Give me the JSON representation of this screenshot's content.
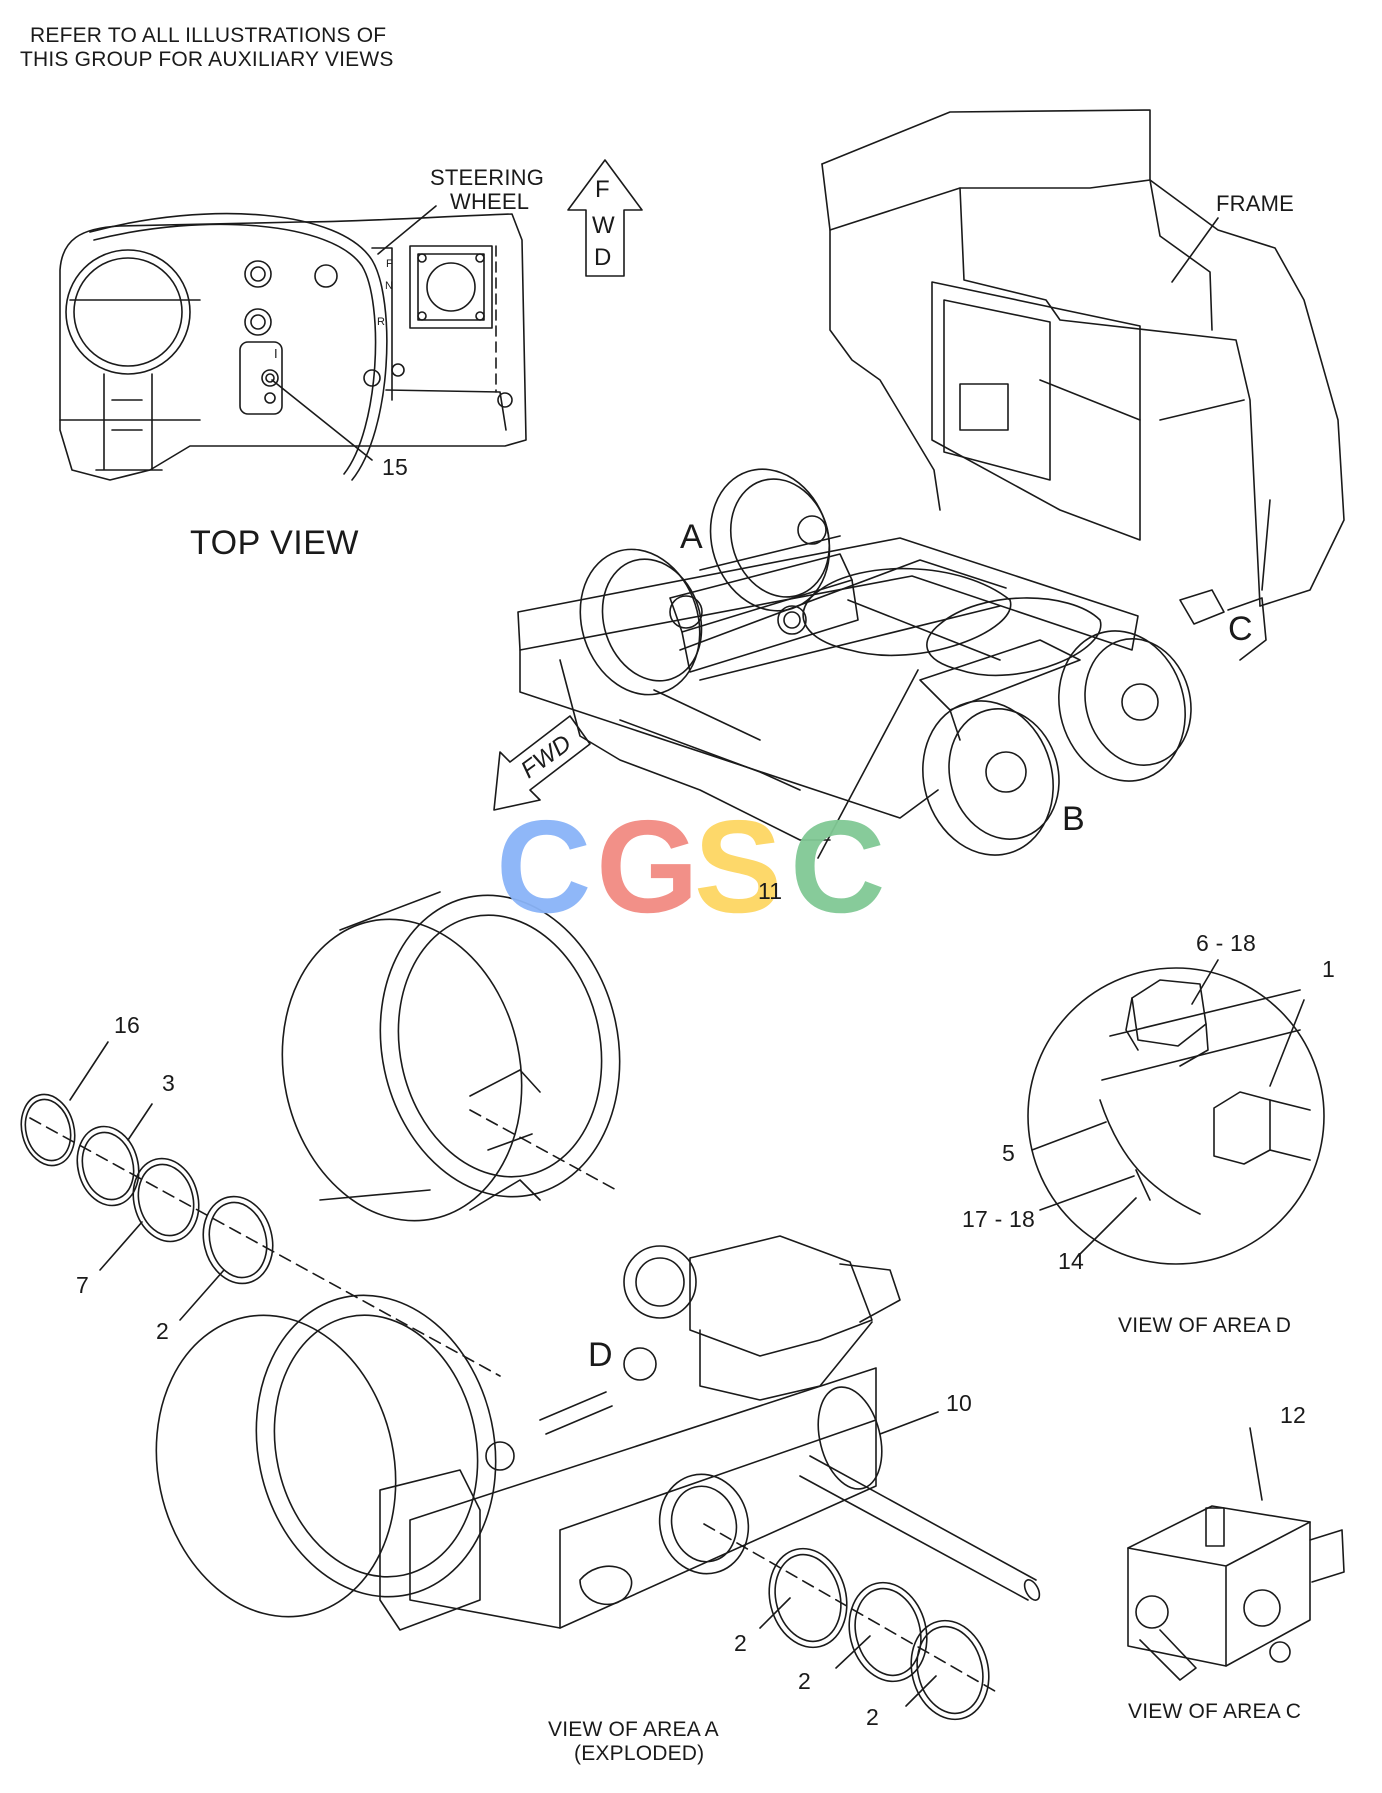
{
  "note": {
    "line1": "REFER TO ALL ILLUSTRATIONS OF",
    "line2": "THIS GROUP FOR AUXILIARY VIEWS"
  },
  "top_view": {
    "title": "TOP VIEW",
    "steering_label_line1": "STEERING",
    "steering_label_line2": "WHEEL",
    "panel_marks": {
      "f": "F",
      "n": "N",
      "r": "R",
      "i": "I"
    },
    "part_15": "15"
  },
  "fwd_arrows": {
    "vertical": [
      "F",
      "W",
      "D"
    ],
    "angled": "FWD"
  },
  "main_view": {
    "frame_label": "FRAME",
    "area_a": "A",
    "area_b": "B",
    "area_c": "C",
    "part_11": "11"
  },
  "watermark": {
    "letters": [
      "C",
      "G",
      "S",
      "C"
    ],
    "colors": [
      "#8ab4f8",
      "#f28b82",
      "#fdd663",
      "#81c995"
    ]
  },
  "area_a_view": {
    "caption_line1": "VIEW OF AREA  A",
    "caption_line2": "(EXPLODED)",
    "area_d": "D",
    "parts": {
      "p16": "16",
      "p3": "3",
      "p7": "7",
      "p2a": "2",
      "p10": "10",
      "p2b": "2",
      "p2c": "2",
      "p2d": "2"
    }
  },
  "area_d_view": {
    "caption": "VIEW OF AREA  D",
    "parts": {
      "p6_18": "6 - 18",
      "p1": "1",
      "p5": "5",
      "p17_18": "17 - 18",
      "p14": "14"
    }
  },
  "area_c_view": {
    "caption": "VIEW OF AREA  C",
    "part_12": "12"
  }
}
